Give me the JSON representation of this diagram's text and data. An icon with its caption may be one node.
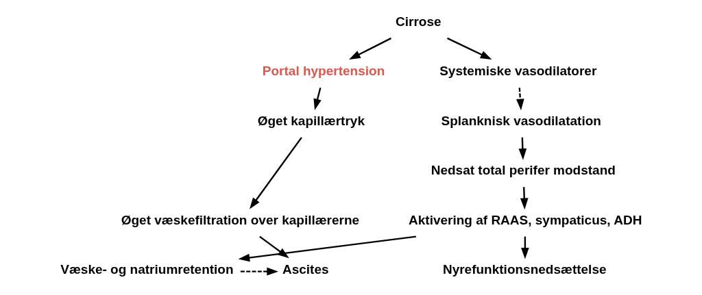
{
  "diagram": {
    "nodes": [
      {
        "text": [
          "Cirrose"
        ]
      },
      {
        "text": [
          "Portal hypertension"
        ]
      },
      {
        "text": [
          "Øget kapillærtryk"
        ]
      },
      {
        "text": [
          "Øget væskefiltration over kapillærerne"
        ]
      },
      {
        "text": [
          "Ascites"
        ]
      },
      {
        "text": [
          "Systemiske vasodilatorer"
        ]
      },
      {
        "text": [
          "Splanknisk vasodilatation"
        ]
      },
      {
        "text": [
          "Nedsat total perifer modstand"
        ]
      },
      {
        "text": [
          "Aktivering af RAAS, sympaticus, ADH"
        ]
      },
      {
        "text": [
          "Væske- og natriumretention"
        ]
      },
      {
        "text": [
          "Nyrefunktionsnedsættelse"
        ]
      }
    ],
    "edges": [
      {
        "from": 0,
        "to": 1,
        "arrow": "to"
      },
      {
        "from": 0,
        "to": 5,
        "arrow": "to"
      },
      {
        "from": 1,
        "to": 2,
        "arrow": "to"
      },
      {
        "from": 2,
        "to": 3,
        "arrow": "to"
      },
      {
        "from": 3,
        "to": 4,
        "arrow": "to"
      },
      {
        "from": 5,
        "to": 6,
        "arrow": "to",
        "style": "dashed"
      },
      {
        "from": 6,
        "to": 7,
        "arrow": "to"
      },
      {
        "from": 7,
        "to": 8,
        "arrow": "to"
      },
      {
        "from": 8,
        "to": 9,
        "arrow": "to"
      },
      {
        "from": 8,
        "to": 10,
        "arrow": "to"
      },
      {
        "from": 9,
        "to": 4,
        "arrow": "to",
        "style": "dashed"
      }
    ]
  }
}
